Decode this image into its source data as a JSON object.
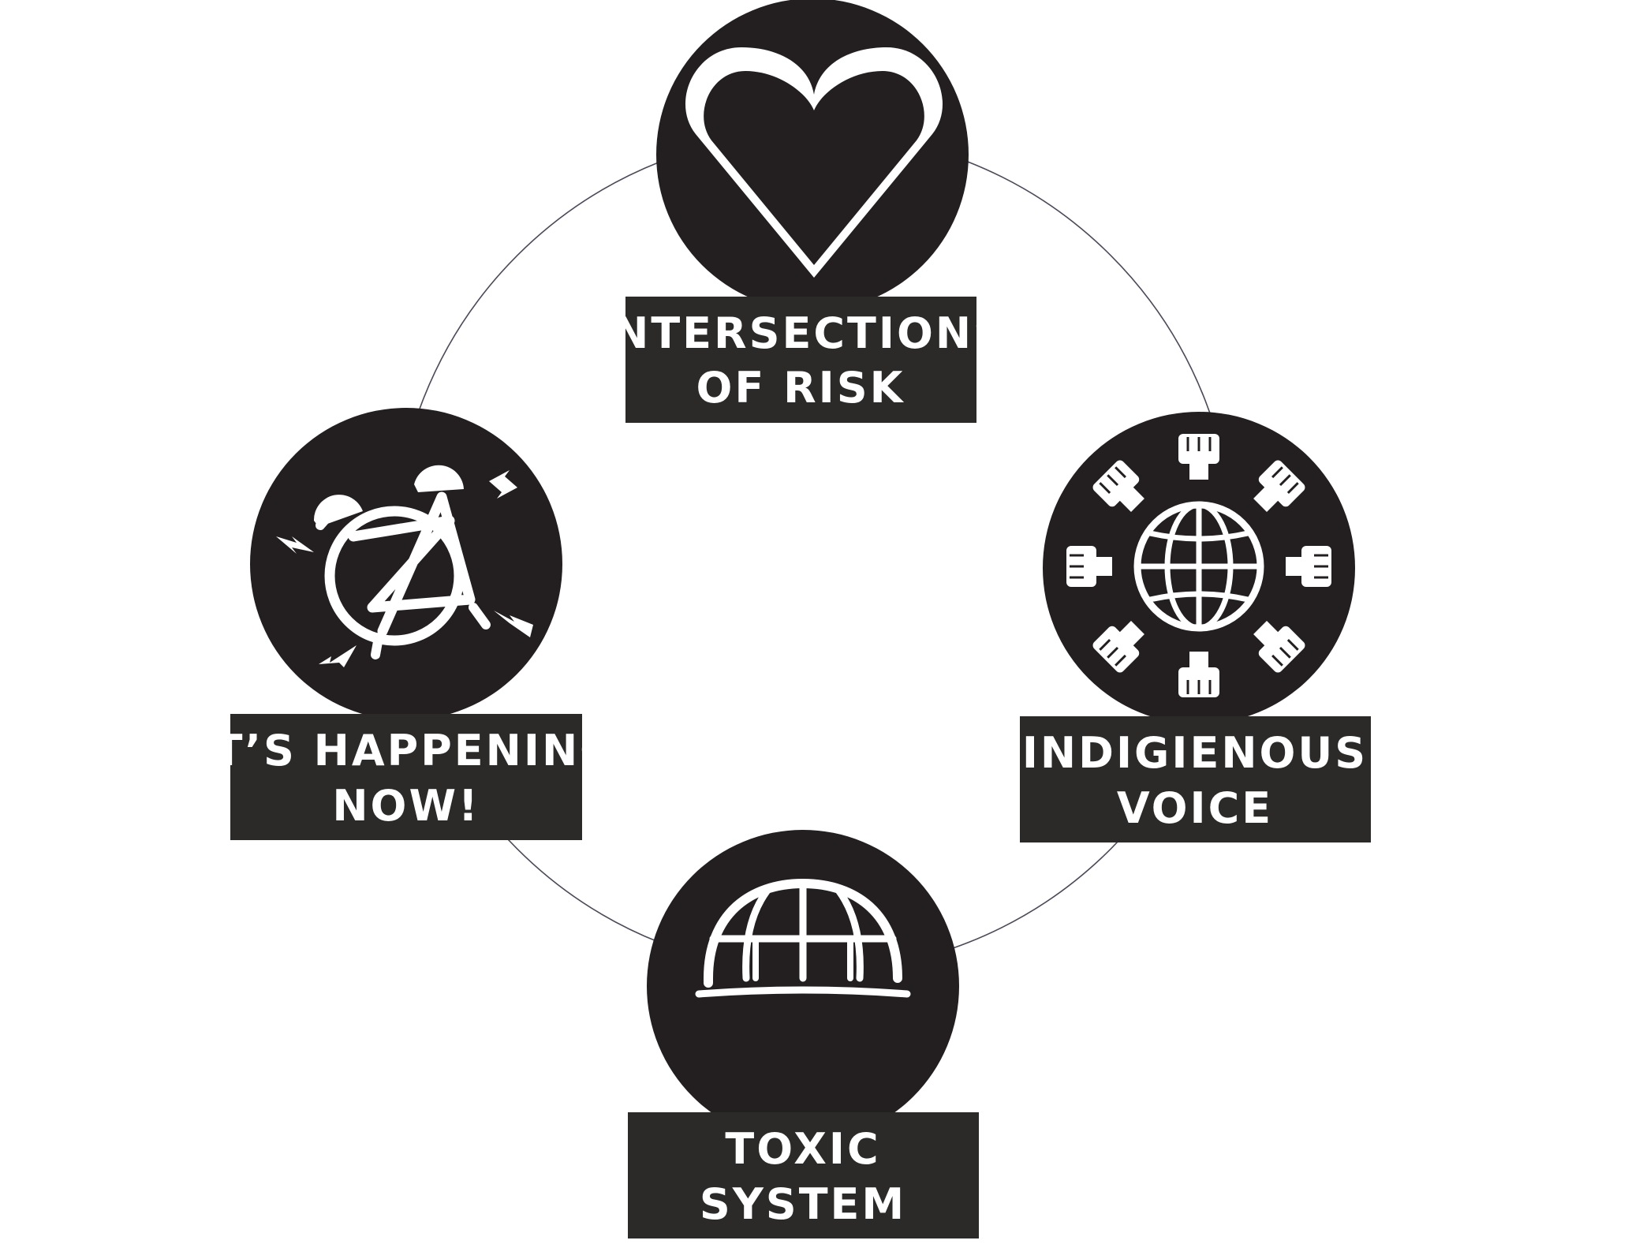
{
  "diagram": {
    "nodes": [
      {
        "id": "top",
        "icon": "heart-icon",
        "lines": [
          "INTERSECTIONS",
          "OF RISK"
        ]
      },
      {
        "id": "left",
        "icon": "alarm-clock-icon",
        "lines": [
          "IT’S HAPPENING",
          "NOW!"
        ]
      },
      {
        "id": "right",
        "icon": "globe-fists-icon",
        "lines": [
          "INDIGIENOUS",
          "VOICE"
        ]
      },
      {
        "id": "bottom",
        "icon": "half-globe-icon",
        "lines": [
          "TOXIC",
          "SYSTEM"
        ]
      }
    ],
    "colors": {
      "circle": "#231f20",
      "label_box": "#2b2a29",
      "label_text": "#ffffff",
      "ring": "#4a4a5a",
      "background": "#ffffff"
    }
  }
}
